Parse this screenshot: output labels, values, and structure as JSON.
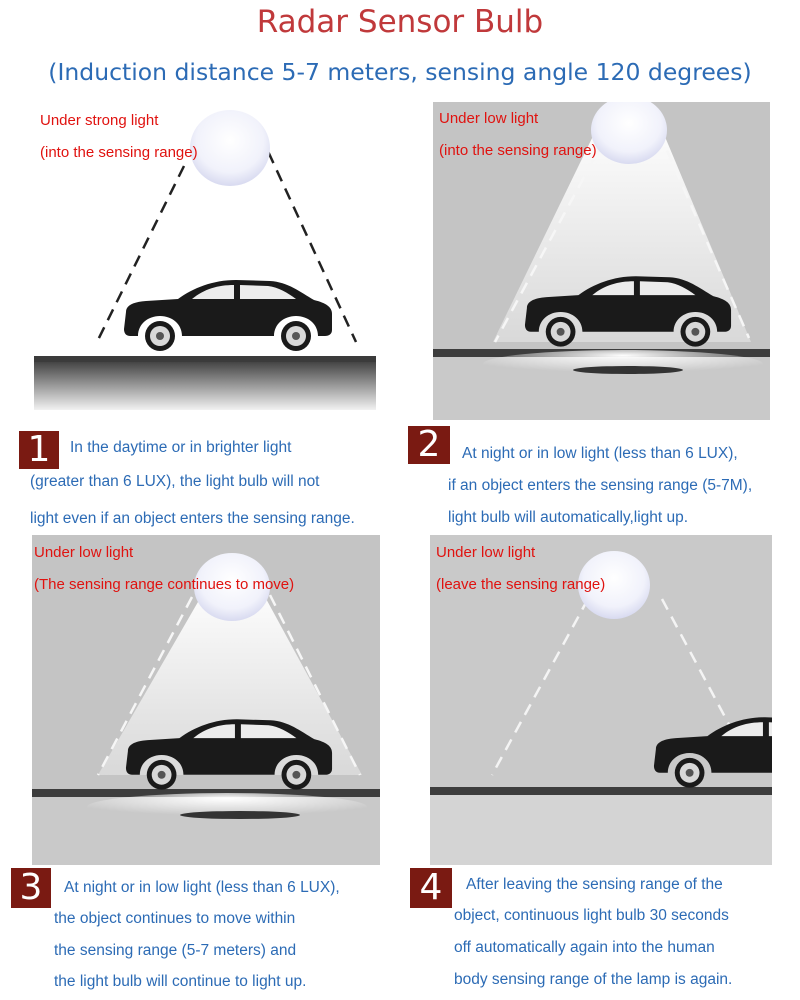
{
  "header": {
    "title": "Radar Sensor Bulb",
    "subtitle": "(Induction distance 5-7 meters, sensing angle 120 degrees)"
  },
  "panels": [
    {
      "number": "1",
      "label_line1": "Under strong light",
      "label_line2": "(into the sensing range)",
      "desc": [
        "In the daytime or in brighter light",
        "(greater than 6 LUX), the light bulb will not",
        "light even if an object enters the sensing range."
      ]
    },
    {
      "number": "2",
      "label_line1": "Under low light",
      "label_line2": "(into the sensing range)",
      "desc": [
        "At night or in low light (less than 6 LUX),",
        "if an object enters the sensing range (5-7M),",
        "light bulb will automatically,light up."
      ]
    },
    {
      "number": "3",
      "label_line1": "Under low light",
      "label_line2": "(The sensing range continues to move)",
      "desc": [
        "At night or in low light (less than 6 LUX),",
        "the object continues to move within",
        "the sensing range (5-7 meters) and",
        "the light bulb will continue to light up."
      ]
    },
    {
      "number": "4",
      "label_line1": "Under low light",
      "label_line2": "(leave the sensing range)",
      "desc": [
        "After leaving the sensing range of the",
        "object, continuous light bulb 30 seconds",
        "off automatically again into the human",
        "body sensing range of the lamp is again."
      ]
    }
  ],
  "colors": {
    "title": "#c0393b",
    "subtitle": "#2c6bb5",
    "label": "#e0120f",
    "number_bg": "#7a1a12",
    "desc": "#2c6bb5"
  }
}
